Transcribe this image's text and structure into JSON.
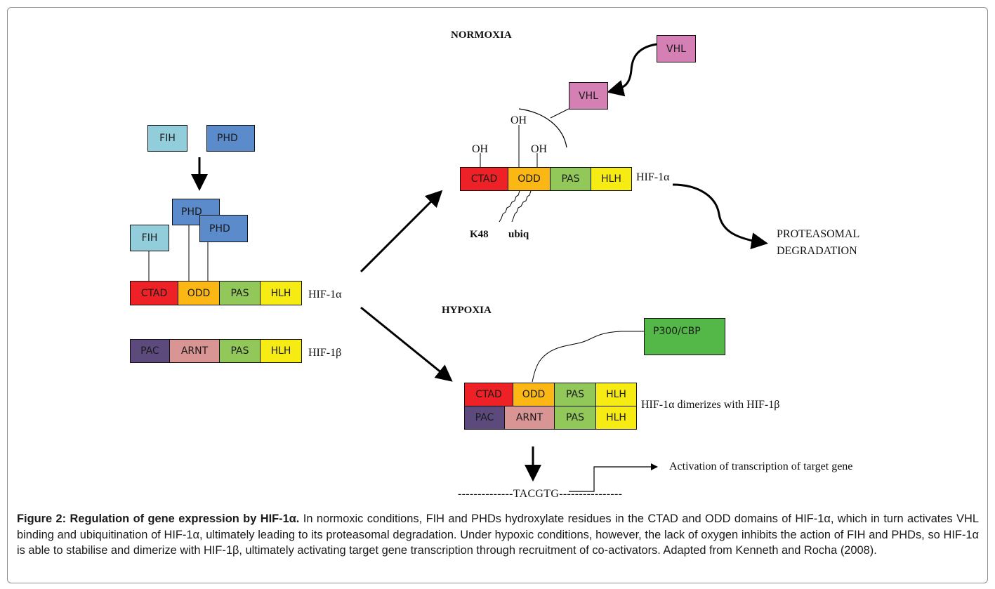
{
  "colors": {
    "FIH": "#92cddc",
    "PHD": "#5b8bca",
    "VHL": "#d580b4",
    "CTAD": "#ed2126",
    "ODD": "#fbb714",
    "PAS": "#92c85a",
    "HLH": "#f6ec14",
    "PAC": "#5c4a7d",
    "ARNT": "#d99594",
    "P300": "#53b848"
  },
  "left": {
    "fih_top": "FIH",
    "phd_top": "PHD",
    "phd_bound_1": "PHD",
    "phd_bound_2": "PHD",
    "fih_bound": "FIH",
    "hif1a": {
      "domains": [
        "CTAD",
        "ODD",
        "PAS",
        "HLH"
      ],
      "label": "HIF-1α"
    },
    "hif1b": {
      "domains": [
        "PAC",
        "ARNT",
        "PAS",
        "HLH"
      ],
      "label": "HIF-1β"
    }
  },
  "normoxia": {
    "title": "NORMOXIA",
    "vhl_free": "VHL",
    "vhl_bound": "VHL",
    "oh_labels": [
      "OH",
      "OH",
      "OH"
    ],
    "hif1a": {
      "domains": [
        "CTAD",
        "ODD",
        "PAS",
        "HLH"
      ],
      "label": "HIF-1α"
    },
    "ubiquitin_labels": [
      "K48",
      "ubiq"
    ],
    "outcome_line1": "PROTEASOMAL",
    "outcome_line2": "DEGRADATION"
  },
  "hypoxia": {
    "title": "HYPOXIA",
    "coactivator": "P300/CBP",
    "hif1a_domains": [
      "CTAD",
      "ODD",
      "PAS",
      "HLH"
    ],
    "hif1b_domains": [
      "PAC",
      "ARNT",
      "PAS",
      "HLH"
    ],
    "dimer_label": "HIF-1α dimerizes with HIF-1β",
    "dna_sequence": "--------------TACGTG----------------",
    "outcome": "Activation of transcription of target gene"
  },
  "caption": {
    "title": "Figure 2: Regulation of gene expression by HIF-1α.",
    "body": " In normoxic conditions, FIH and PHDs hydroxylate residues in the CTAD and ODD domains of HIF-1α, which in turn activates VHL binding and ubiquitination of HIF-1α, ultimately leading to its proteasomal degradation. Under hypoxic conditions, however, the lack of oxygen inhibits the action of FIH and PHDs, so HIF-1α is able to stabilise and dimerize with HIF-1β, ultimately activating target gene transcription through recruitment of co-activators. Adapted from Kenneth and Rocha (2008)."
  }
}
